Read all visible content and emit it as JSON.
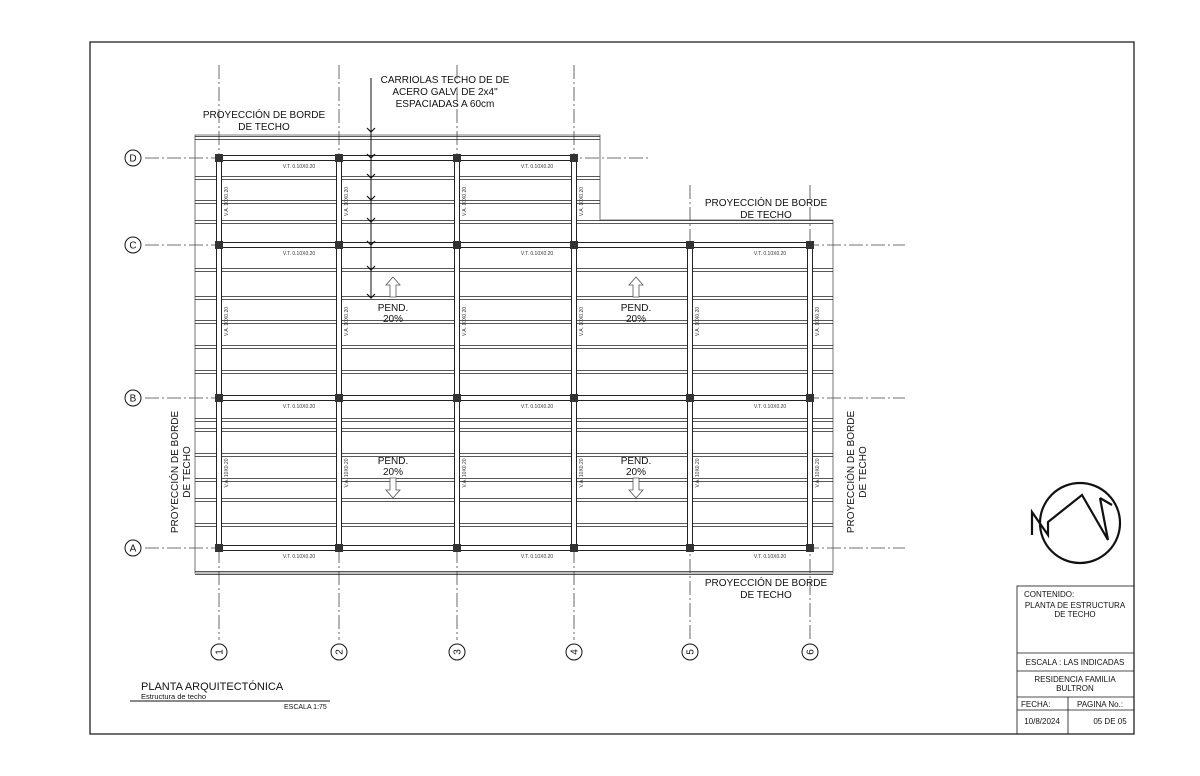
{
  "drawing": {
    "title": "PLANTA ARQUITECTÓNICA",
    "subtitle": "Estructura de techo",
    "scale": "ESCALA 1:75",
    "annotations": {
      "purlins": [
        "CARRIOLAS TECHO DE DE",
        "ACERO GALV. DE 2x4\"",
        "ESPACIADAS A 60cm"
      ],
      "roof_edge_top_left": [
        "PROYECCIÓN DE BORDE",
        "DE TECHO"
      ],
      "roof_edge_top_right": [
        "PROYECCIÓN DE BORDE",
        "DE TECHO"
      ],
      "roof_edge_bottom": [
        "PROYECCIÓN DE BORDE",
        "DE TECHO"
      ],
      "roof_edge_left": [
        "PROYECCIÓN DE BORDE",
        "DE TECHO"
      ],
      "roof_edge_right": [
        "PROYECCIÓN DE BORDE",
        "DE TECHO"
      ],
      "slope_label": "PEND.",
      "slope_value": "20%",
      "beam_t": "V.T. 0.10X0.20",
      "beam_a": "V.A. 10X0.20"
    },
    "grid_rows": [
      "D",
      "C",
      "B",
      "A"
    ],
    "grid_cols": [
      "1",
      "2",
      "3",
      "4",
      "5",
      "6"
    ]
  },
  "title_block": {
    "content_label": "CONTENIDO:",
    "content": [
      "PLANTA DE ESTRUCTURA",
      "DE TECHO"
    ],
    "scale": "ESCALA : LAS INDICADAS",
    "project": [
      "RESIDENCIA FAMILIA",
      "BULTRON"
    ],
    "date_label": "FECHA:",
    "page_label": "PAGINA No.:",
    "date": "10/8/2024",
    "page": "05 DE 05"
  }
}
